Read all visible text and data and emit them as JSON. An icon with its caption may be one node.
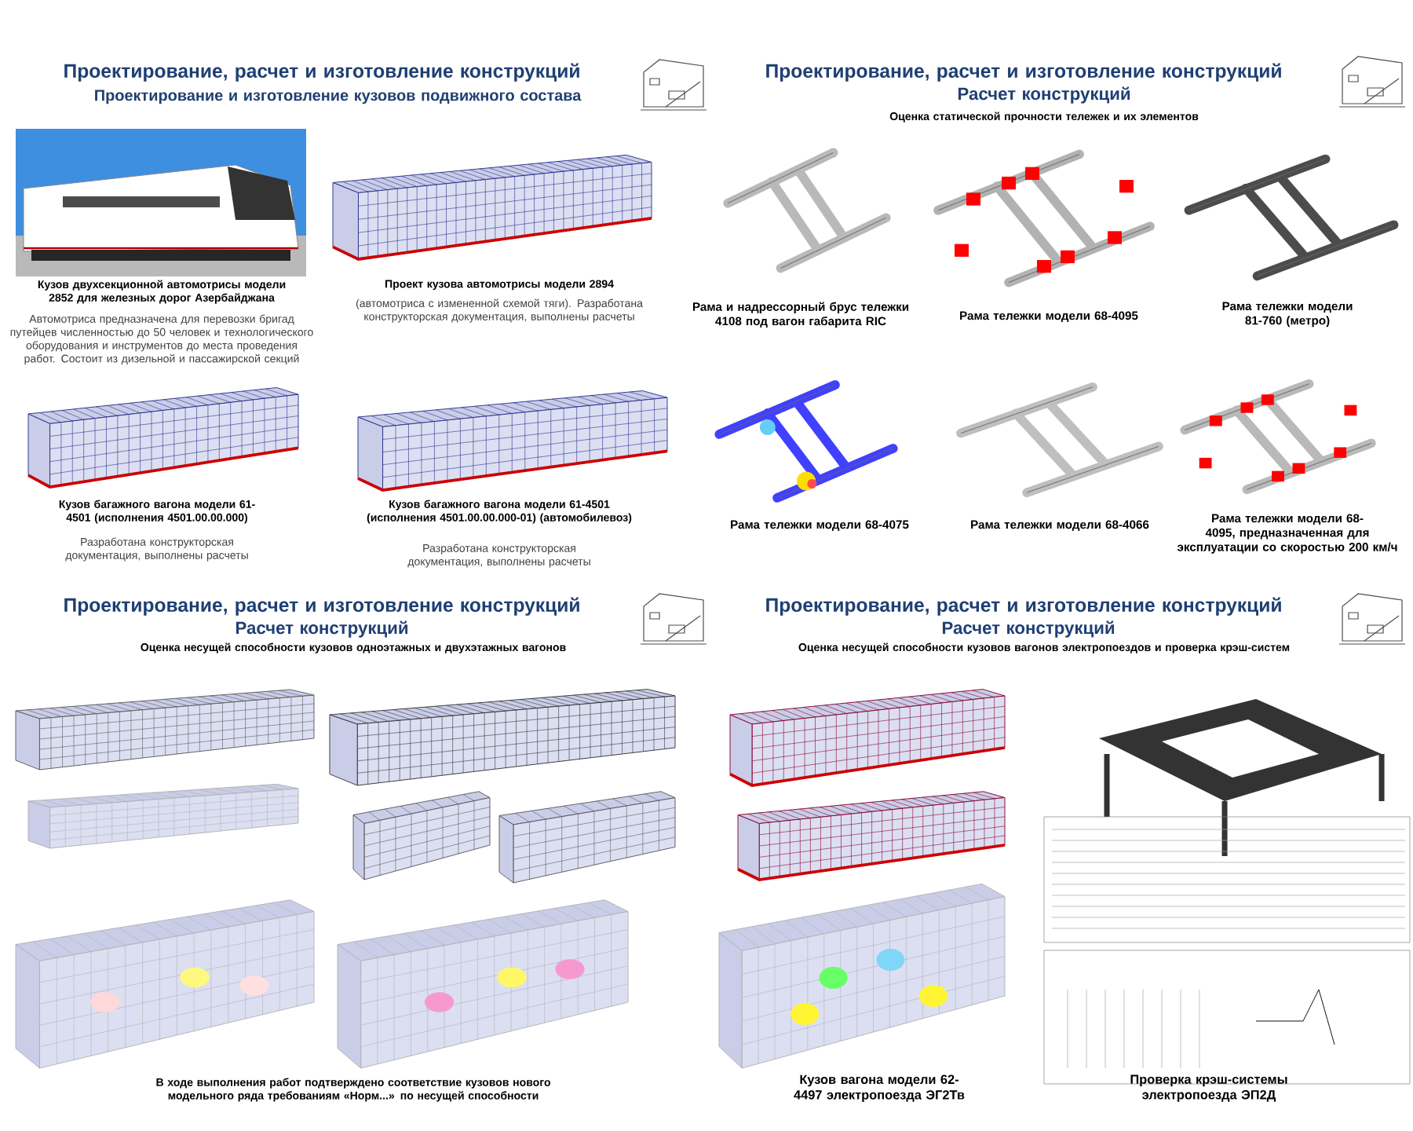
{
  "diagram": {
    "labels": [
      "Проектирование, расчет и изготовление конструкций",
      "Проектирование и изготовление кузовов подвижного состава",
      "Кузов двухсекционной автомотрисы модели 2852 для железных дорог Азербайджана",
      "Автомотриса предназначена для перевозки бригад путейцев численностью до 50 человек и технологического оборудования и инструментов до места проведения работ. Состоит из дизельной и пассажирской секций",
      "Проект кузова автомотрисы модели 2894",
      "(автомотриса с измененной схемой тяги). Разработана конструкторская документация, выполнены расчеты",
      "Кузов багажного вагона модели 61-4501 (исполнения 4501.00.00.000)",
      "Разработана конструкторская документация, выполнены расчеты",
      "Кузов багажного вагона модели 61-4501 (исполнения 4501.00.00.000-01) (автомобилевоз)",
      "Разработана конструкторская документация, выполнены расчеты",
      "Проектирование, расчет и изготовление конструкций",
      "Расчет конструкций",
      "Оценка статической прочности тележек и их элементов",
      "Рама и надрессорный брус тележки 4108 под вагон габарита RIC",
      "Рама тележки модели 68-4095",
      "Рама тележки модели 81-760 (метро)",
      "Рама тележки модели 68-4075",
      "Рама тележки модели 68-4066",
      "Рама тележки модели 68-4095, предназначенная для эксплуатации со скоростью 200 км/ч",
      "Проектирование, расчет и изготовление конструкций",
      "Расчет конструкций",
      "Оценка несущей способности кузовов одноэтажных и двухэтажных вагонов",
      "В ходе выполнения работ подтверждено соответствие кузовов нового модельного ряда требованиям «Норм...» по несущей способности",
      "Проектирование, расчет и изготовление конструкций",
      "Расчет конструкций",
      "Оценка несущей способности кузовов вагонов электропоездов и проверка крэш-систем",
      "Кузов вагона модели 62-4497 электропоезда ЭГ2Тв",
      "Проверка крэш-системы электропоезда ЭП2Д"
    ]
  }
}
